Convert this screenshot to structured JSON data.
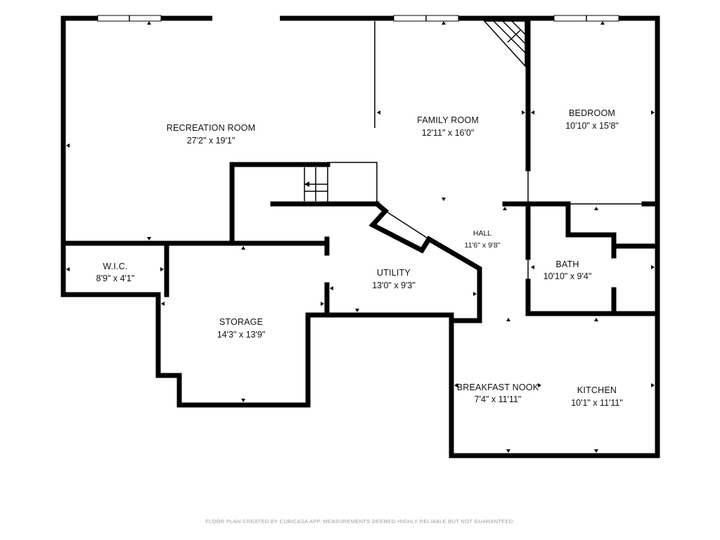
{
  "rooms": {
    "recreation": {
      "name": "RECREATION ROOM",
      "dims": "27'2\" x 19'1\""
    },
    "family": {
      "name": "FAMILY ROOM",
      "dims": "12'11\" x 16'0\""
    },
    "bedroom": {
      "name": "BEDROOM",
      "dims": "10'10\" x 15'8\""
    },
    "hall": {
      "name": "HALL",
      "dims": "11'6\" x 9'8\""
    },
    "wic": {
      "name": "W.I.C.",
      "dims": "8'9\" x 4'1\""
    },
    "utility": {
      "name": "UTILITY",
      "dims": "13'0\" x 9'3\""
    },
    "bath": {
      "name": "BATH",
      "dims": "10'10\" x 9'4\""
    },
    "storage": {
      "name": "STORAGE",
      "dims": "14'3\" x 13'9\""
    },
    "breakfast": {
      "name": "BREAKFAST NOOK",
      "dims": "7'4\" x 11'11\""
    },
    "kitchen": {
      "name": "KITCHEN",
      "dims": "10'1\" x 11'11\""
    }
  },
  "footer": {
    "disclaimer": "FLOOR PLAN CREATED BY CUBICASA APP. MEASUREMENTS DEEMED HIGHLY RELIABLE BUT NOT GUARANTEED."
  }
}
